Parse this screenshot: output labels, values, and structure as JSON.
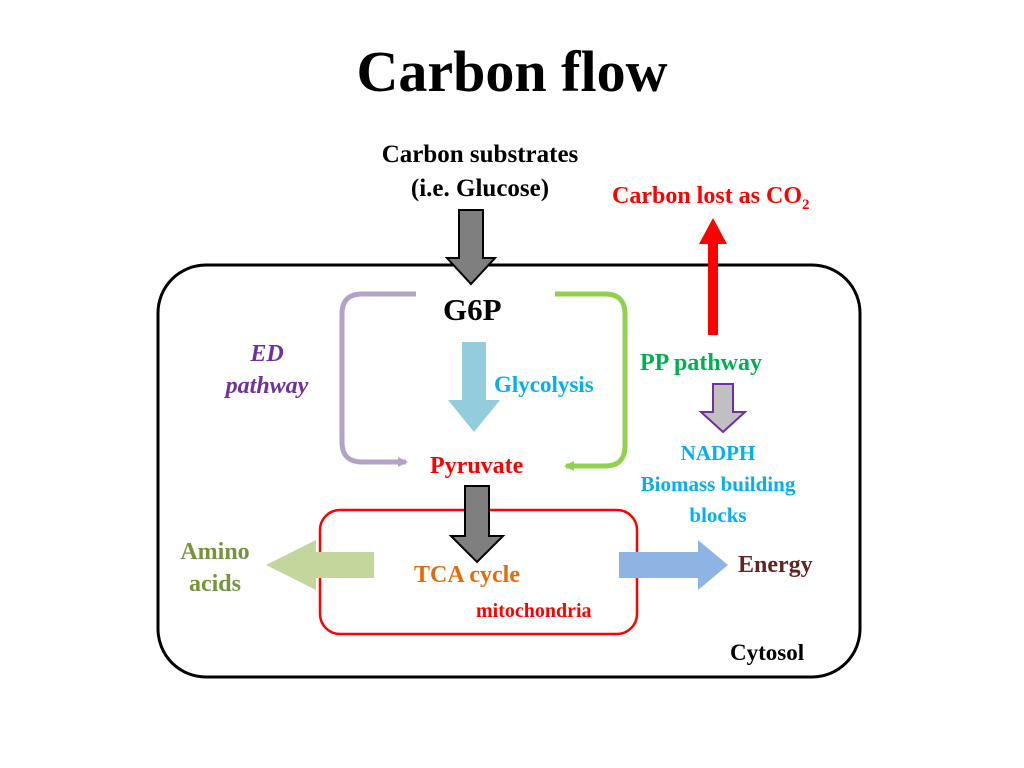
{
  "title": "Carbon flow",
  "input": {
    "line1": "Carbon substrates",
    "line2": "(i.e. Glucose)"
  },
  "output": {
    "label": "Carbon lost as CO",
    "subscript": "2"
  },
  "nodes": {
    "g6p": "G6P",
    "pyruvate": "Pyruvate",
    "tca": "TCA cycle",
    "amino_line1": "Amino",
    "amino_line2": "acids",
    "energy": "Energy",
    "nadph_line1": "NADPH",
    "nadph_line2": "Biomass building",
    "nadph_line3": "blocks"
  },
  "pathways": {
    "ed_line1": "ED",
    "ed_line2": "pathway",
    "glycolysis": "Glycolysis",
    "pp": "PP pathway"
  },
  "compartments": {
    "mitochondria": "mitochondria",
    "cytosol": "Cytosol"
  },
  "colors": {
    "ed": "#7030a0",
    "ed_arrow": "#b3a2c7",
    "glycolysis": "#00b0f0",
    "glycolysis_arrow": "#93cddd",
    "pp": "#00b050",
    "pp_arrow": "#92d050",
    "co2": "#ff0000",
    "pyruvate": "#ff0000",
    "tca": "#e36c09",
    "amino": "#77933c",
    "amino_arrow": "#c3d69b",
    "energy": "#632423",
    "energy_arrow": "#8eb4e3",
    "flow_arrow": "#7f7f7f"
  }
}
